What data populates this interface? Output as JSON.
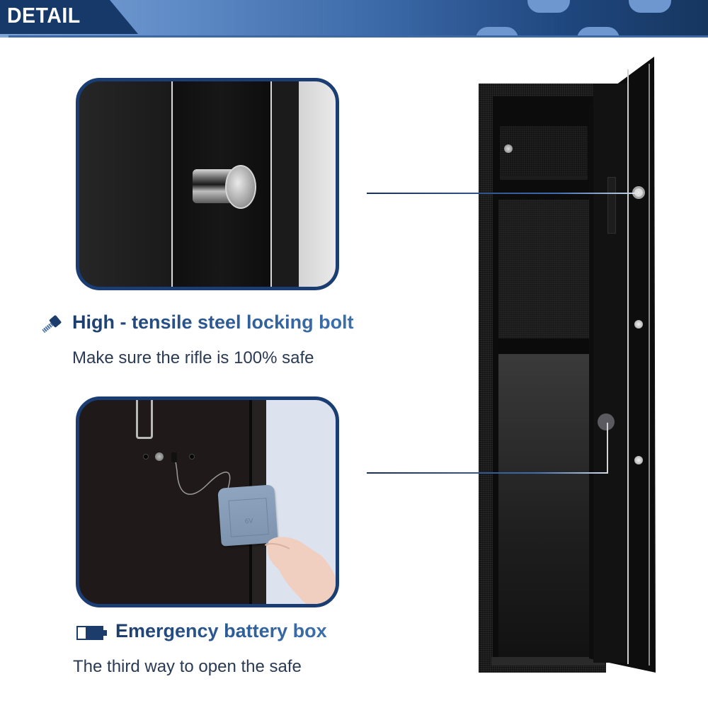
{
  "header": {
    "title": "DETAIL"
  },
  "features": [
    {
      "icon": "screw-icon",
      "title": "High - tensile steel locking bolt",
      "subtitle": "Make sure the rifle is 100% safe",
      "photo": "locking-bolt-closeup"
    },
    {
      "icon": "battery-icon",
      "title": "Emergency battery box",
      "subtitle": "The third way to open the safe",
      "photo": "battery-box-closeup",
      "battery_label": "6V"
    }
  ],
  "product": {
    "name": "rifle-safe-open-door"
  },
  "colors": {
    "brand_dark": "#1a3e73",
    "brand_mid": "#3c68a8",
    "brand_light": "#7fa4d6",
    "subtitle_text": "#2a3a55"
  }
}
